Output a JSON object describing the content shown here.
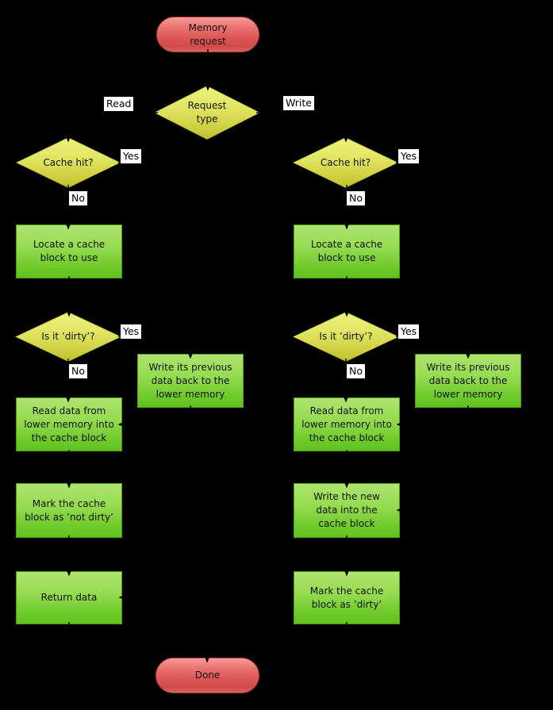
{
  "colors": {
    "background": "#000000",
    "terminator_fill": "#dd5958",
    "terminator_border": "#a93a38",
    "decision_fill": "#d2d548",
    "process_fill": "#8bd648",
    "process_border": "#4f9a16",
    "edge_label_bg": "#ffffff",
    "text": "#000000",
    "connector": "#000000"
  },
  "nodes": {
    "memory_request": {
      "label": "Memory\nrequest"
    },
    "request_type": {
      "label": "Request\ntype"
    },
    "cache_hit_read": {
      "label": "Cache hit?"
    },
    "locate_block_read": {
      "label": "Locate a cache\nblock to use"
    },
    "is_dirty_read": {
      "label": "Is it ’dirty’?"
    },
    "write_back_read": {
      "label": "Write its previous\ndata back to the\nlower memory"
    },
    "read_into_block_read": {
      "label": "Read data from\nlower memory into\nthe cache block"
    },
    "mark_not_dirty": {
      "label": "Mark the cache\nblock as ’not dirty’"
    },
    "return_data": {
      "label": "Return data"
    },
    "cache_hit_write": {
      "label": "Cache hit?"
    },
    "locate_block_write": {
      "label": "Locate a cache\nblock to use"
    },
    "is_dirty_write": {
      "label": "Is it ’dirty’?"
    },
    "write_back_write": {
      "label": "Write its previous\ndata back to the\nlower memory"
    },
    "write_new_data": {
      "label": "Write the new\ndata into the\ncache block"
    },
    "mark_dirty": {
      "label": "Mark the cache\nblock as ’dirty’"
    },
    "done": {
      "label": "Done"
    }
  },
  "edge_labels": {
    "read": "Read",
    "write": "Write",
    "yes": "Yes",
    "no": "No"
  }
}
